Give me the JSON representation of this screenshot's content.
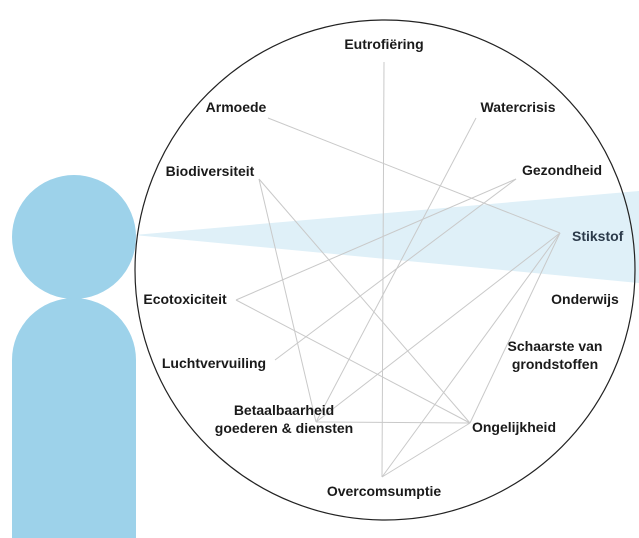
{
  "nodes": [
    {
      "id": "eutrofiering",
      "lines": [
        "Eutrofiëring"
      ]
    },
    {
      "id": "watercrisis",
      "lines": [
        "Watercrisis"
      ]
    },
    {
      "id": "gezondheid",
      "lines": [
        "Gezondheid"
      ]
    },
    {
      "id": "stikstof",
      "lines": [
        "Stikstof"
      ],
      "highlight": true
    },
    {
      "id": "onderwijs",
      "lines": [
        "Onderwijs"
      ]
    },
    {
      "id": "schaarste",
      "lines": [
        "Schaarste van",
        "grondstoffen"
      ]
    },
    {
      "id": "ongelijkheid",
      "lines": [
        "Ongelijkheid"
      ]
    },
    {
      "id": "overcomsumptie",
      "lines": [
        "Overcomsumptie"
      ]
    },
    {
      "id": "betaalbaarheid",
      "lines": [
        "Betaalbaarheid",
        "goederen & diensten"
      ]
    },
    {
      "id": "luchtvervuiling",
      "lines": [
        "Luchtvervuiling"
      ]
    },
    {
      "id": "ecotoxiciteit",
      "lines": [
        "Ecotoxiciteit"
      ]
    },
    {
      "id": "biodiversiteit",
      "lines": [
        "Biodiversiteit"
      ]
    },
    {
      "id": "armoede",
      "lines": [
        "Armoede"
      ]
    }
  ],
  "links": [
    [
      "eutrofiering",
      "overcomsumptie"
    ],
    [
      "armoede",
      "stikstof"
    ],
    [
      "watercrisis",
      "betaalbaarheid"
    ],
    [
      "gezondheid",
      "ecotoxiciteit"
    ],
    [
      "gezondheid",
      "luchtvervuiling"
    ],
    [
      "biodiversiteit",
      "ongelijkheid"
    ],
    [
      "biodiversiteit",
      "betaalbaarheid"
    ],
    [
      "stikstof",
      "overcomsumptie"
    ],
    [
      "stikstof",
      "betaalbaarheid"
    ],
    [
      "stikstof",
      "ongelijkheid"
    ],
    [
      "ecotoxiciteit",
      "ongelijkheid"
    ],
    [
      "betaalbaarheid",
      "ongelijkheid"
    ],
    [
      "ongelijkheid",
      "overcomsumptie"
    ]
  ],
  "colors": {
    "figure": "#9dd2ea",
    "beam": "#dff0f8",
    "circle": "#222222",
    "link": "#c9c9c9"
  }
}
